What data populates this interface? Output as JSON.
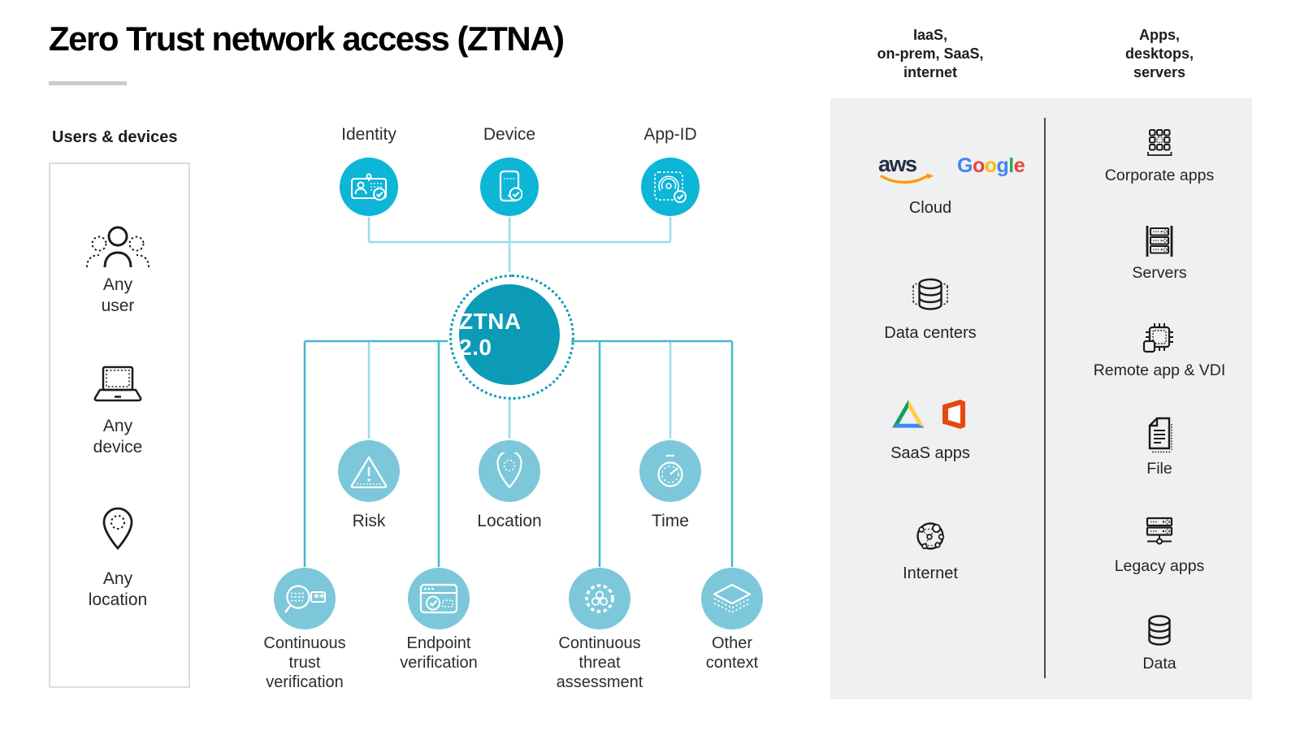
{
  "title": "Zero Trust network access (ZTNA)",
  "colors": {
    "node_cyan": "#0db5d7",
    "node_teal": "#0c9bb7",
    "node_light_blue": "#7cc8da",
    "line_cyan": "#44b9ce",
    "line_light": "#9adde8",
    "panel_bg": "#eef0f1",
    "aws_navy": "#232f3e",
    "aws_orange": "#ff9900",
    "office_orange": "#e8480f",
    "drive_green": "#12a05f",
    "drive_yellow": "#ffcf3e",
    "drive_blue": "#4185f3"
  },
  "sidebar": {
    "header": "Users & devices",
    "items": [
      {
        "icon": "people-icon",
        "label": "Any\nuser"
      },
      {
        "icon": "laptop-icon",
        "label": "Any\ndevice"
      },
      {
        "icon": "location-pin-icon",
        "label": "Any\nlocation"
      }
    ]
  },
  "diagram": {
    "top_nodes": [
      {
        "icon": "id-card-icon",
        "label": "Identity"
      },
      {
        "icon": "mobile-check-icon",
        "label": "Device"
      },
      {
        "icon": "fingerprint-icon",
        "label": "App-ID"
      }
    ],
    "center_node": {
      "label": "ZTNA 2.0"
    },
    "mid_nodes": [
      {
        "icon": "warning-triangle-icon",
        "label": "Risk"
      },
      {
        "icon": "location-pin-icon",
        "label": "Location"
      },
      {
        "icon": "stopwatch-icon",
        "label": "Time"
      }
    ],
    "bottom_nodes": [
      {
        "icon": "trust-verification-icon",
        "label": "Continuous\ntrust\nverification"
      },
      {
        "icon": "endpoint-verification-icon",
        "label": "Endpoint\nverification"
      },
      {
        "icon": "threat-assessment-icon",
        "label": "Continuous\nthreat\nassessment"
      },
      {
        "icon": "layers-icon",
        "label": "Other\ncontext"
      }
    ]
  },
  "right_panel": {
    "sources_column": {
      "header": "IaaS,\non-prem, SaaS,\ninternet",
      "aws_text": "aws",
      "google_letters": [
        {
          "ch": "G",
          "color": "#4285F4"
        },
        {
          "ch": "o",
          "color": "#EA4335"
        },
        {
          "ch": "o",
          "color": "#FBBC05"
        },
        {
          "ch": "g",
          "color": "#4285F4"
        },
        {
          "ch": "l",
          "color": "#34A853"
        },
        {
          "ch": "e",
          "color": "#EA4335"
        }
      ],
      "items": [
        {
          "icons": [
            "aws-logo",
            "google-logo"
          ],
          "label": "Cloud"
        },
        {
          "icons": [
            "database-stack-icon"
          ],
          "label": "Data centers"
        },
        {
          "icons": [
            "google-drive-logo",
            "office-logo"
          ],
          "label": "SaaS apps"
        },
        {
          "icons": [
            "globe-network-icon"
          ],
          "label": "Internet"
        }
      ]
    },
    "targets_column": {
      "header": "Apps,\ndesktops,\nservers",
      "items": [
        {
          "icon": "corporate-apps-icon",
          "label": "Corporate apps"
        },
        {
          "icon": "servers-icon",
          "label": "Servers"
        },
        {
          "icon": "remote-app-icon",
          "label": "Remote app & VDI"
        },
        {
          "icon": "file-icon",
          "label": "File"
        },
        {
          "icon": "legacy-apps-icon",
          "label": "Legacy apps"
        },
        {
          "icon": "database-icon",
          "label": "Data"
        }
      ]
    }
  }
}
